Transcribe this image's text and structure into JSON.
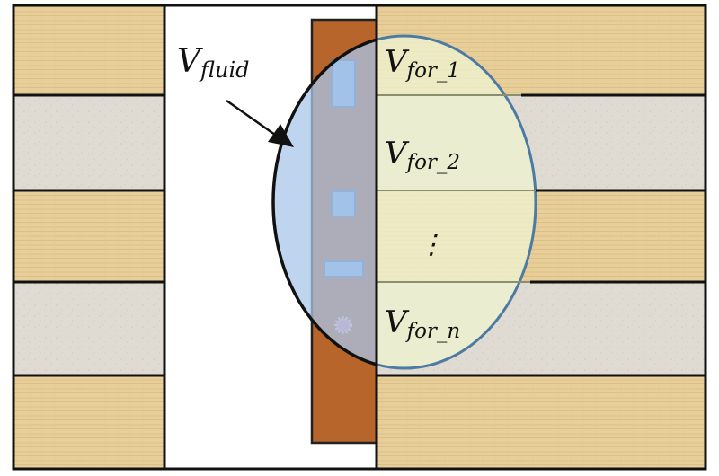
{
  "labels": {
    "fluid": {
      "main": "V",
      "sub": "fluid"
    },
    "formations": [
      {
        "main": "V",
        "sub": "for_1"
      },
      {
        "main": "V",
        "sub": "for_2"
      },
      {
        "main": "V",
        "sub": "for_n"
      }
    ],
    "ellipsis": "⋮"
  },
  "colors": {
    "sand": "#e8cf9a",
    "sand_grain": "#dcbf86",
    "shale": "#e0dbd2",
    "shale_grain": "#d2ccc1",
    "borehole": "#ffffff",
    "tool": "#b7652a",
    "tool_slot": "#8fb8e2",
    "fluid_region": "#a9c6ea",
    "formation_region": "#eef2cf",
    "ellipse_outline": "#4d7aa3",
    "layer_line": "#111111"
  },
  "layers": [
    "sand",
    "shale",
    "sand",
    "shale",
    "sand"
  ]
}
